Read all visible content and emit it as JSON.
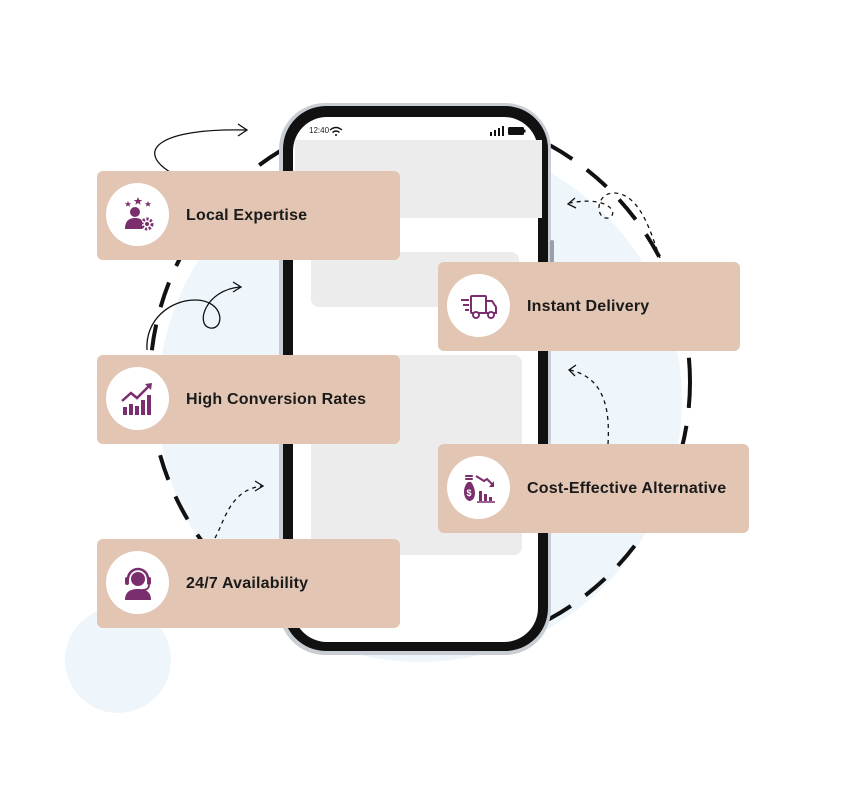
{
  "phone": {
    "status_time": "12:40"
  },
  "features": [
    {
      "label": "Local Expertise",
      "icon": "expert-user-gear-icon"
    },
    {
      "label": "Instant Delivery",
      "icon": "delivery-truck-icon"
    },
    {
      "label": "High Conversion Rates",
      "icon": "growth-chart-icon"
    },
    {
      "label": "Cost-Effective Alternative",
      "icon": "money-bag-decline-icon"
    },
    {
      "label": "24/7 Availability",
      "icon": "headset-support-icon"
    }
  ],
  "colors": {
    "card_bg": "#e2c5b2",
    "icon_accent": "#7a2e6d",
    "circle_fill": "#eef6fc",
    "dash": "#111111"
  }
}
